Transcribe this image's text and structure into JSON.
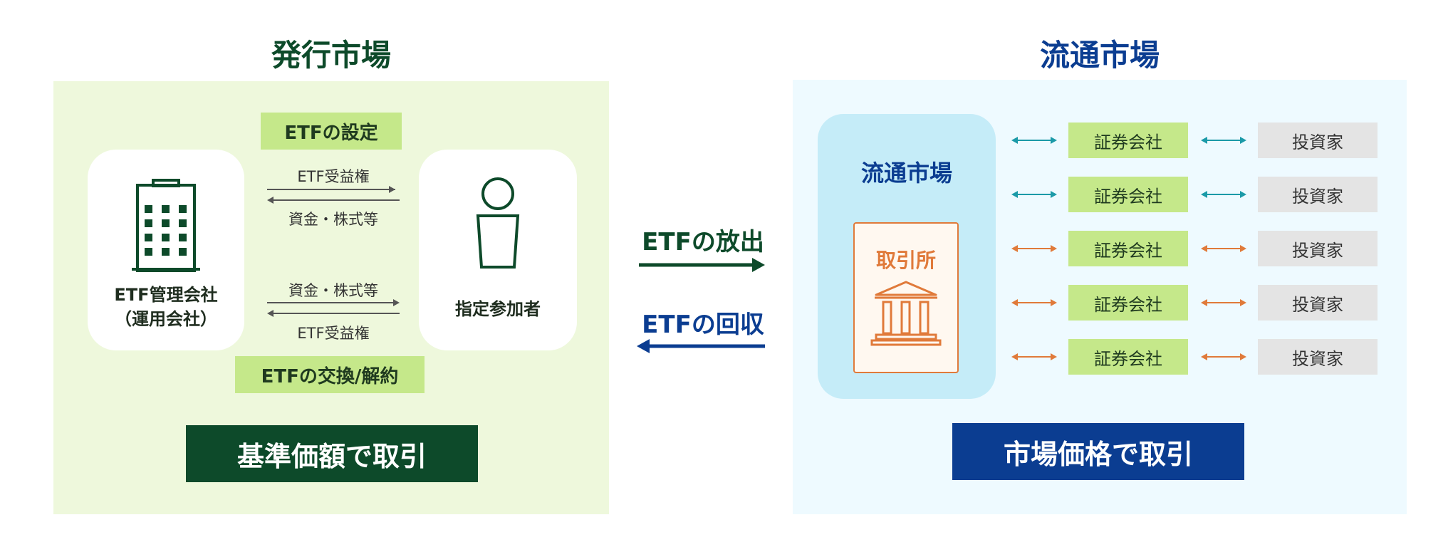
{
  "colors": {
    "primary_green": "#0d4a2a",
    "primary_blue": "#0b3d91",
    "tag_green": "#c5e88a",
    "left_bg": "#eef8dc",
    "right_bg": "#eefaff",
    "circulation_box": "#c5ecf8",
    "exchange_orange": "#e07a3a",
    "teal_arrow": "#1b9aa8"
  },
  "issuance": {
    "title": "発行市場",
    "creation_tag": "ETFの設定",
    "exchange_tag": "ETFの交換/解約",
    "company_label_line1": "ETF管理会社",
    "company_label_line2": "（運用会社）",
    "participant_label": "指定参加者",
    "upper_flow_top": "ETF受益権",
    "upper_flow_bottom": "資金・株式等",
    "lower_flow_top": "資金・株式等",
    "lower_flow_bottom": "ETF受益権",
    "trade_button": "基準価額で取引",
    "icons": {
      "company": "building-icon",
      "participant": "person-icon"
    }
  },
  "middle": {
    "issue_label": "ETFの放出",
    "redeem_label": "ETFの回収"
  },
  "circulation": {
    "title": "流通市場",
    "box_title": "流通市場",
    "exchange_label": "取引所",
    "exchange_icon": "bank-icon",
    "rows": [
      {
        "broker": "証券会社",
        "investor": "投資家",
        "arrow": "teal"
      },
      {
        "broker": "証券会社",
        "investor": "投資家",
        "arrow": "teal"
      },
      {
        "broker": "証券会社",
        "investor": "投資家",
        "arrow": "orange"
      },
      {
        "broker": "証券会社",
        "investor": "投資家",
        "arrow": "orange"
      },
      {
        "broker": "証券会社",
        "investor": "投資家",
        "arrow": "orange"
      }
    ],
    "trade_button": "市場価格で取引"
  }
}
